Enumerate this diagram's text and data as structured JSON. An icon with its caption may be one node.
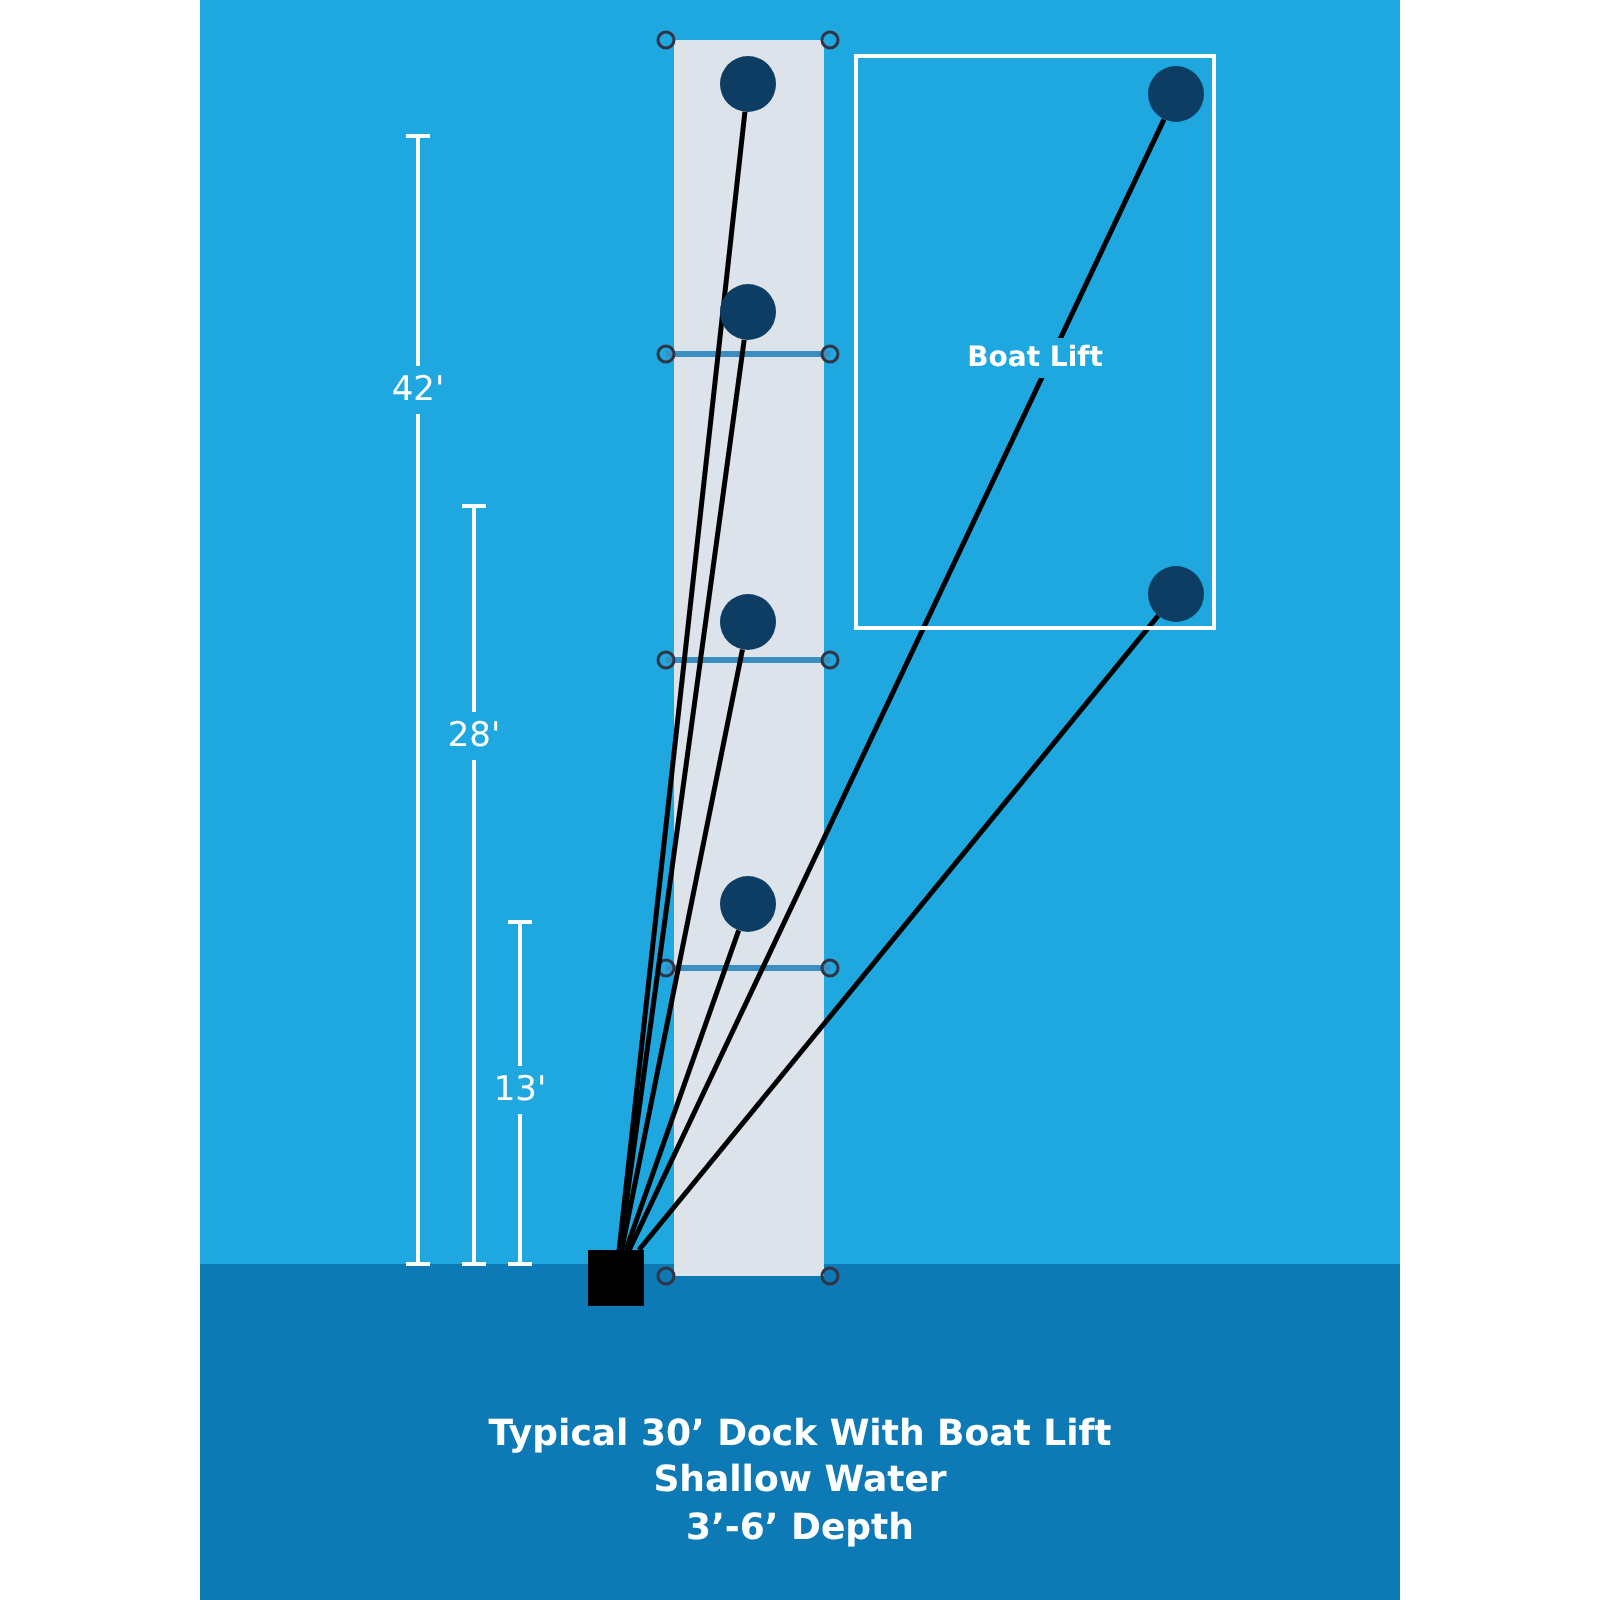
{
  "diagram": {
    "nodes": [
      {
        "text": [],
        "shape": "box"
      },
      {
        "text": [],
        "shape": "circle"
      },
      {
        "text": [],
        "shape": "circle"
      },
      {
        "text": [],
        "shape": "circle"
      },
      {
        "text": [],
        "shape": "circle"
      },
      {
        "text": [
          "Boat Lift"
        ]
      },
      {
        "text": [],
        "shape": "circle",
        "in": 5
      },
      {
        "text": [],
        "shape": "circle",
        "in": 5
      }
    ],
    "edges": [
      {
        "from": 0,
        "to": 1,
        "arrow": "none"
      },
      {
        "from": 0,
        "to": 2,
        "arrow": "none"
      },
      {
        "from": 0,
        "to": 3,
        "arrow": "none"
      },
      {
        "from": 0,
        "to": 4,
        "arrow": "none"
      },
      {
        "from": 0,
        "to": 6,
        "arrow": "none"
      },
      {
        "from": 0,
        "to": 7,
        "arrow": "none"
      }
    ],
    "labels": [
      "42'",
      "28'",
      "13'",
      "Typical 30’ Dock With Boat Lift",
      "Shallow Water",
      "3’-6’ Depth"
    ]
  }
}
